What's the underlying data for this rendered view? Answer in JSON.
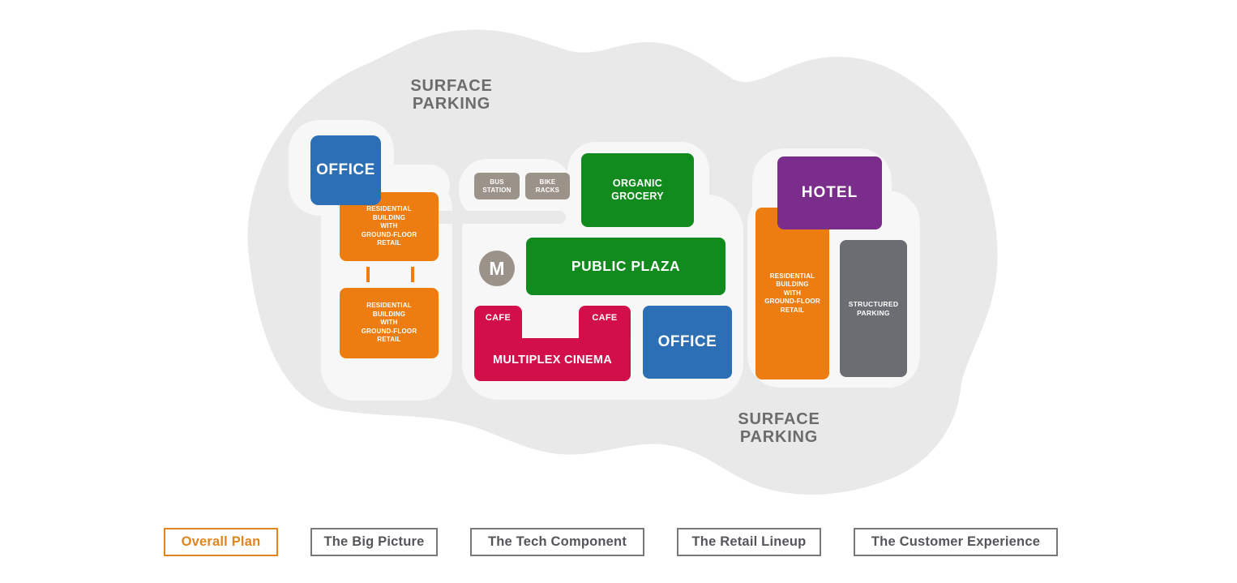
{
  "colors": {
    "office_blue": "#2D6FB4",
    "residential_orange": "#EE7D11",
    "plaza_green": "#118A1E",
    "cinema_red": "#D30F4B",
    "hotel_purple": "#7B2D8C",
    "transit_taupe": "#9B9289",
    "structured_parking_gray": "#6A6D71",
    "site_gray": "#E9E9E9",
    "island_white": "#F7F7F7",
    "map_text_gray": "#6B6C6E",
    "active_tab_orange": "#E0841E"
  },
  "map": {
    "surface_parking_top": "SURFACE\nPARKING",
    "surface_parking_bottom": "SURFACE\nPARKING",
    "metro_label": "M",
    "buildings": {
      "office_left": "OFFICE",
      "residential_left_upper": "RESIDENTIAL\nBUILDING\nWITH\nGROUND-FLOOR\nRETAIL",
      "residential_left_lower": "RESIDENTIAL\nBUILDING\nWITH\nGROUND-FLOOR\nRETAIL",
      "bus_station": "BUS\nSTATION",
      "bike_racks": "BIKE\nRACKS",
      "organic_grocery": "ORGANIC\nGROCERY",
      "public_plaza": "PUBLIC PLAZA",
      "cafe_left": "CAFE",
      "cafe_right": "CAFE",
      "multiplex_cinema": "MULTIPLEX CINEMA",
      "office_center": "OFFICE",
      "hotel": "HOTEL",
      "residential_right": "RESIDENTIAL\nBUILDING\nWITH\nGROUND-FLOOR\nRETAIL",
      "structured_parking": "STRUCTURED\nPARKING"
    }
  },
  "tabs": {
    "items": [
      {
        "label": "Overall Plan",
        "active": true
      },
      {
        "label": "The Big Picture",
        "active": false
      },
      {
        "label": "The Tech Component",
        "active": false
      },
      {
        "label": "The Retail Lineup",
        "active": false
      },
      {
        "label": "The Customer Experience",
        "active": false
      }
    ]
  }
}
